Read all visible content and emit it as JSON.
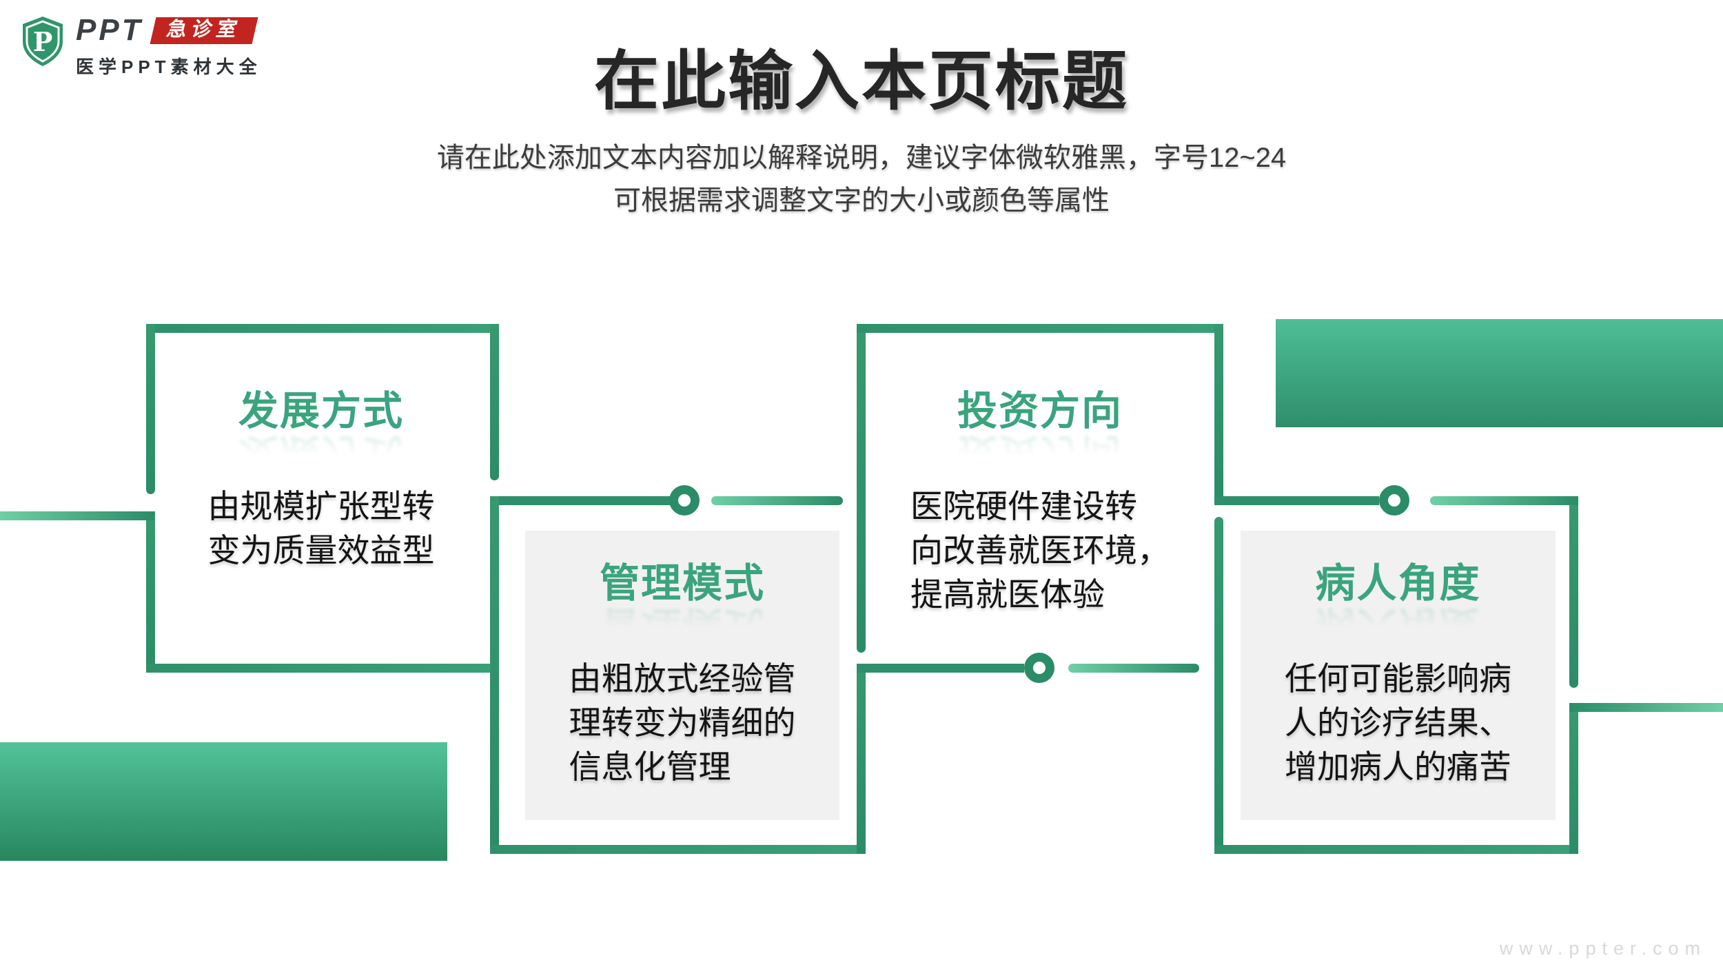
{
  "logo": {
    "name": "PPT",
    "badge": "急诊室",
    "tagline": "医学PPT素材大全",
    "shield_letter": "P"
  },
  "header": {
    "title": "在此输入本页标题",
    "subtitle_line1": "请在此处添加文本内容加以解释说明，建议字体微软雅黑，字号12~24",
    "subtitle_line2": "可根据需求调整文字的大小或颜色等属性"
  },
  "boxes": [
    {
      "title": "发展方式",
      "lines": [
        "由规模扩张型转",
        "变为质量效益型"
      ]
    },
    {
      "title": "管理模式",
      "lines": [
        "由粗放式经验管",
        "理转变为精细的",
        "信息化管理"
      ]
    },
    {
      "title": "投资方向",
      "lines": [
        "医院硬件建设转",
        "向改善就医环境，",
        "提高就医体验"
      ]
    },
    {
      "title": "病人角度",
      "lines": [
        "任何可能影响病",
        "人的诊疗结果、",
        "增加病人的痛苦"
      ]
    }
  ],
  "watermark": "www.ppter.com",
  "colors": {
    "accent_green": "#2E8F6C",
    "accent_green_light": "#6FCFA6",
    "title_green": "#3AA47E",
    "badge_red": "#C2241F",
    "panel_gray": "#F1F1F1",
    "body_text": "#141414",
    "heading_text": "#262626",
    "watermark_gray": "#D8D8D8"
  }
}
